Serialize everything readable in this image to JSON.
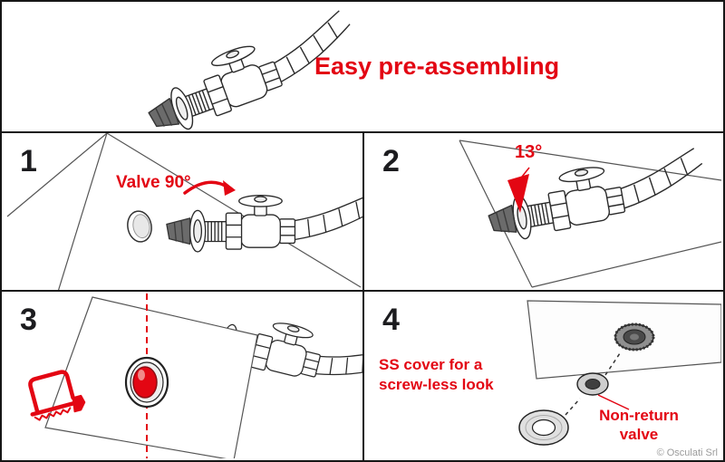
{
  "colors": {
    "accent_red": "#e30613",
    "line_ink": "#2a2a2a",
    "muted_gray": "#9a9a9a"
  },
  "header": {
    "title": "Easy pre-assembling"
  },
  "steps": {
    "step1": {
      "number": "1",
      "callout": "Valve 90°"
    },
    "step2": {
      "number": "2",
      "angle_label": "13°"
    },
    "step3": {
      "number": "3"
    },
    "step4": {
      "number": "4",
      "cover_label": "SS cover for a screw-less look",
      "valve_label": "Non-return valve"
    }
  },
  "icons": {
    "hacksaw": "hacksaw-icon",
    "rotate_arrow": "rotate-arrow-icon"
  },
  "footer": {
    "credit": "© Osculati Srl"
  }
}
